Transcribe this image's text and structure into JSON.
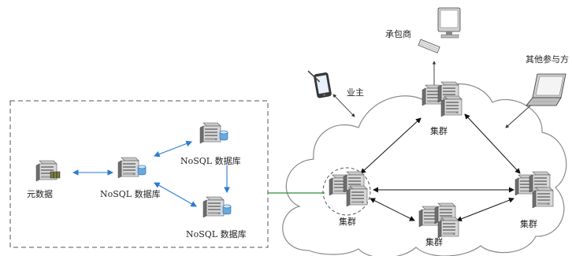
{
  "labels": {
    "metadata": "元数据",
    "nosql_center": "NoSQL 数据库",
    "nosql_top": "NoSQL 数据库",
    "nosql_bottom": "NoSQL 数据库",
    "owner": "业主",
    "contractor": "承包商",
    "other_parties": "其他参与方",
    "cluster_left": "集群",
    "cluster_top": "集群",
    "cluster_bottom": "集群",
    "cluster_right": "集群"
  },
  "colors": {
    "db_link": "#2a7bd0",
    "cluster_link": "#111111",
    "bridge_link": "#2e8b3a",
    "dashed_box": "#555555",
    "cloud_stroke": "#8a8a8a"
  },
  "icons": [
    "server-icon",
    "database-icon",
    "tablet-icon",
    "desktop-computer-icon",
    "keyboard-icon",
    "laptop-icon"
  ]
}
